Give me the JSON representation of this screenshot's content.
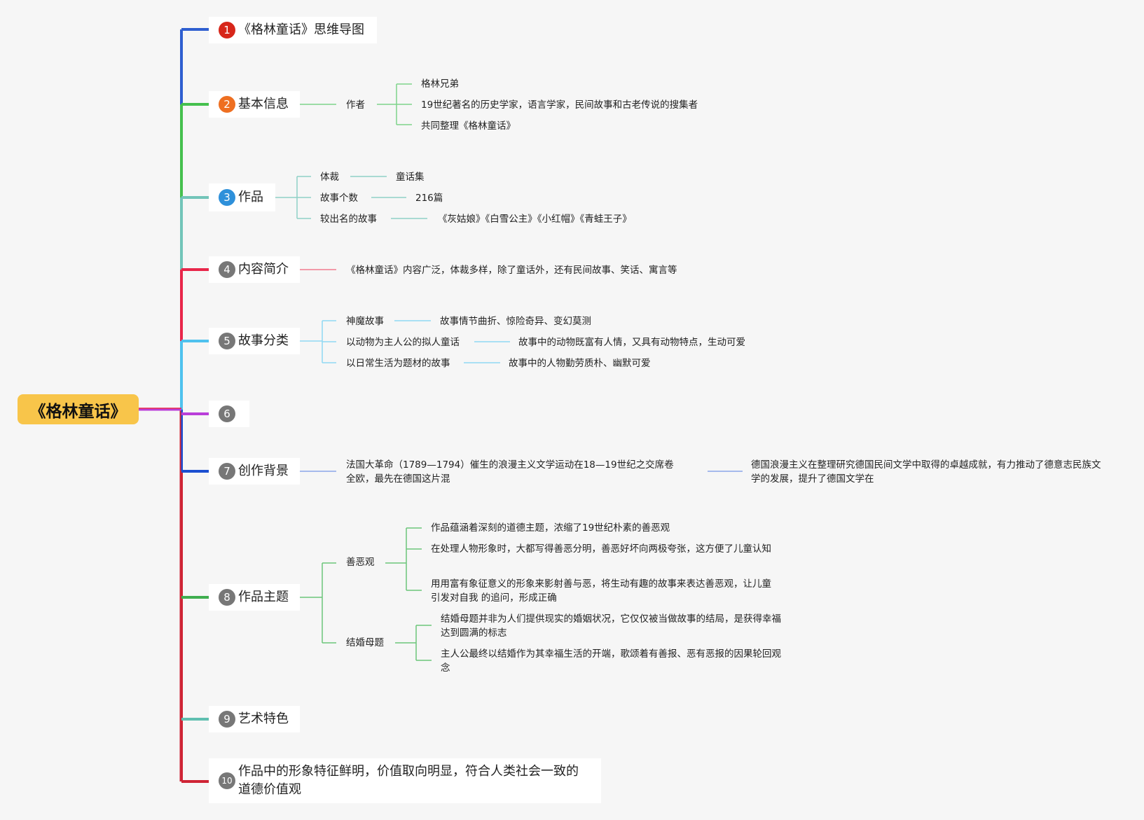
{
  "root": {
    "label": "《格林童话》"
  },
  "branches": [
    {
      "number": "1",
      "label": "《格林童话》思维导图",
      "badge_color": "#d7261a",
      "line_color": "#2f5fd0"
    },
    {
      "number": "2",
      "label": "基本信息",
      "badge_color": "#ee6f21",
      "line_color": "#45c04e",
      "children": [
        {
          "label": "作者",
          "children": [
            {
              "label": "格林兄弟"
            },
            {
              "label": "19世纪著名的历史学家，语言学家，民间故事和古老传说的搜集者"
            },
            {
              "label": "共同整理《格林童话》"
            }
          ]
        }
      ]
    },
    {
      "number": "3",
      "label": "作品",
      "badge_color": "#2e90da",
      "line_color": "#72c5b9",
      "children": [
        {
          "label": "体裁",
          "children": [
            {
              "label": "童话集"
            }
          ]
        },
        {
          "label": "故事个数",
          "children": [
            {
              "label": "216篇"
            }
          ]
        },
        {
          "label": "较出名的故事",
          "children": [
            {
              "label": "《灰姑娘》《白雪公主》《小红帽》《青蛙王子》"
            }
          ]
        }
      ]
    },
    {
      "number": "4",
      "label": "内容简介",
      "badge_color": "#777777",
      "line_color": "#e8264a",
      "children": [
        {
          "label": "《格林童话》内容广泛，体裁多样，除了童话外，还有民间故事、笑话、寓言等"
        }
      ]
    },
    {
      "number": "5",
      "label": "故事分类",
      "badge_color": "#777777",
      "line_color": "#4fc2ee",
      "children": [
        {
          "label": "神魔故事",
          "children": [
            {
              "label": "故事情节曲折、惊险奇异、变幻莫测"
            }
          ]
        },
        {
          "label": "以动物为主人公的拟人童话",
          "children": [
            {
              "label": "故事中的动物既富有人情，又具有动物特点，生动可爱"
            }
          ]
        },
        {
          "label": "以日常生活为题材的故事",
          "children": [
            {
              "label": "故事中的人物勤劳质朴、幽默可爱"
            }
          ]
        }
      ]
    },
    {
      "number": "6",
      "label": "",
      "badge_color": "#777777",
      "line_color": "#b93ed9"
    },
    {
      "number": "7",
      "label": "创作背景",
      "badge_color": "#777777",
      "line_color": "#1c4fd1",
      "children": [
        {
          "label": "法国大革命（1789—1794）催生的浪漫主义文学运动在18—19世纪之交席卷全欧，最先在德国这片混",
          "children": [
            {
              "label": "德国浪漫主义在整理研究德国民间文学中取得的卓越成就，有力推动了德意志民族文学的发展，提升了德国文学在"
            }
          ]
        }
      ]
    },
    {
      "number": "8",
      "label": "作品主题",
      "badge_color": "#777777",
      "line_color": "#3fae4f",
      "children": [
        {
          "label": "善恶观",
          "children": [
            {
              "label": "作品蕴涵着深刻的道德主题，浓缩了19世纪朴素的善恶观"
            },
            {
              "label": "在处理人物形象时，大都写得善恶分明，善恶好坏向两极夸张，这方便了儿童认知"
            },
            {
              "label": "用用富有象征意义的形象来影射善与恶，将生动有趣的故事来表达善恶观，让儿童引发对自我 的追问，形成正确"
            }
          ]
        },
        {
          "label": "结婚母题",
          "children": [
            {
              "label": "结婚母题并非为人们提供现实的婚姻状况，它仅仅被当做故事的结局，是获得幸福达到圆满的标志"
            },
            {
              "label": "主人公最终以结婚作为其幸福生活的开端，歌颂着有善报、恶有恶报的因果轮回观念"
            }
          ]
        }
      ]
    },
    {
      "number": "9",
      "label": "艺术特色",
      "badge_color": "#777777",
      "line_color": "#5fbfb0"
    },
    {
      "number": "10",
      "label": "作品中的形象特征鲜明，价值取向明显，符合人类社会一致的道德价值观",
      "badge_color": "#777777",
      "line_color": "#cf2435"
    }
  ]
}
